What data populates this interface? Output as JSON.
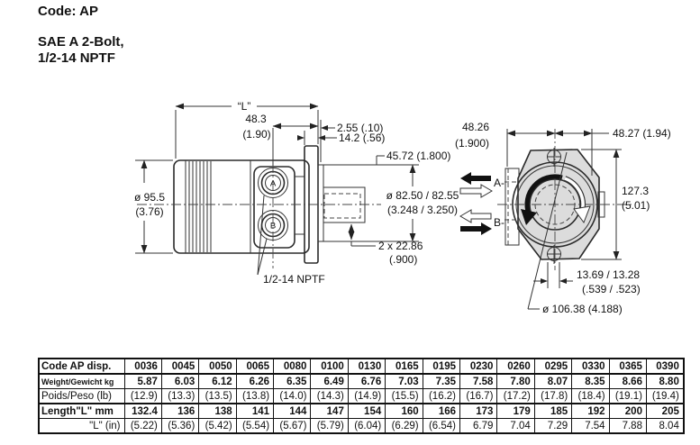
{
  "page": {
    "title_code": "Code: AP",
    "subtitle_line1": "SAE A 2-Bolt,",
    "subtitle_line2": "1/2-14 NPTF"
  },
  "drawing": {
    "side_view": {
      "overall_length": "“L”",
      "dim_port_to_face_mm": "48.3",
      "dim_port_to_face_in": "(1.90)",
      "dim_pilot_step": "2.55 (.10)",
      "dim_flange_thickness": "14.2 (.56)",
      "dim_port_face_height": "45.72 (1.800)",
      "dim_pilot_dia_mm": "ø 82.50 / 82.55",
      "dim_pilot_dia_in": "(3.248 / 3.250)",
      "dim_shaft_step_mm": "2 x 22.86",
      "dim_shaft_step_in": "(.900)",
      "dim_body_dia_mm": "ø 95.5",
      "dim_body_dia_in": "(3.76)",
      "port_thread": "1/2-14 NPTF",
      "port_a": "A",
      "port_b": "B"
    },
    "front_view": {
      "dim_left_mm": "48.26",
      "dim_left_in": "(1.900)",
      "dim_right": "48.27 (1.94)",
      "dim_height_mm": "127.3",
      "dim_height_in": "(5.01)",
      "dim_slot_mm": "13.69 / 13.28",
      "dim_slot_in": "(.539 / .523)",
      "dim_bolt_circle": "ø 106.38 (4.188)",
      "port_a_label": "A-",
      "port_b_label": "B-"
    }
  },
  "table": {
    "header_label": "Code AP disp.",
    "columns": [
      "0036",
      "0045",
      "0050",
      "0065",
      "0080",
      "0100",
      "0130",
      "0165",
      "0195",
      "0230",
      "0260",
      "0295",
      "0330",
      "0365",
      "0390"
    ],
    "row_labels": {
      "weight_kg": "Weight/Gewicht  kg",
      "weight_lb": "Poids/Peso (lb)",
      "length_mm": "Length\"L\"  mm",
      "length_in": "\"L\" (in)"
    },
    "weight_kg": [
      "5.87",
      "6.03",
      "6.12",
      "6.26",
      "6.35",
      "6.49",
      "6.76",
      "7.03",
      "7.35",
      "7.58",
      "7.80",
      "8.07",
      "8.35",
      "8.66",
      "8.80"
    ],
    "weight_lb": [
      "(12.9)",
      "(13.3)",
      "(13.5)",
      "(13.8)",
      "(14.0)",
      "(14.3)",
      "(14.9)",
      "(15.5)",
      "(16.2)",
      "(16.7)",
      "(17.2)",
      "(17.8)",
      "(18.4)",
      "(19.1)",
      "(19.4)"
    ],
    "length_mm": [
      "132.4",
      "136",
      "138",
      "141",
      "144",
      "147",
      "154",
      "160",
      "166",
      "173",
      "179",
      "185",
      "192",
      "200",
      "205"
    ],
    "length_in": [
      "(5.22)",
      "(5.36)",
      "(5.42)",
      "(5.54)",
      "(5.67)",
      "(5.79)",
      "(6.04)",
      "(6.29)",
      "(6.54)",
      "6.79",
      "7.04",
      "7.29",
      "7.54",
      "7.88",
      "8.04"
    ]
  },
  "colors": {
    "line": "#333333",
    "body_fill": "#f0f0f0",
    "flange_fill": "#dcdcdc",
    "arrow_black": "#111111"
  }
}
